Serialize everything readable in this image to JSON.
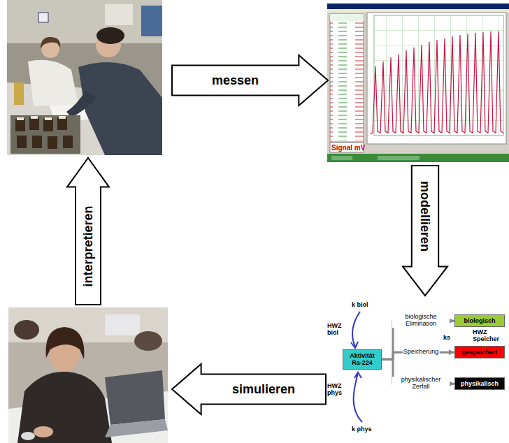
{
  "diagram": {
    "nodes": [
      {
        "text": [
          "messen"
        ]
      },
      {
        "text": [
          "interpretieren"
        ]
      },
      {
        "text": [
          "modellieren"
        ]
      },
      {
        "text": [
          "Aktivität Ra-224"
        ]
      },
      {
        "text": [
          "biologisch"
        ]
      },
      {
        "text": [
          "gespeichert"
        ]
      },
      {
        "text": [
          "physikalisch"
        ]
      },
      {
        "text": [
          "simulieren"
        ]
      }
    ],
    "edges": [
      {
        "from": 3,
        "to": 4,
        "arrow": "to",
        "label": "biologische Elimination"
      },
      {
        "from": 3,
        "to": 5,
        "arrow": "to",
        "label": "Speicherung"
      },
      {
        "from": 3,
        "to": 6,
        "arrow": "to",
        "label": "physikalischer Zerfall"
      }
    ],
    "labels": [
      "Signal mV",
      "k biol",
      "HWZ biol",
      "ks",
      "HWZ Speicher",
      "HWZ phys",
      "k phys"
    ]
  }
}
